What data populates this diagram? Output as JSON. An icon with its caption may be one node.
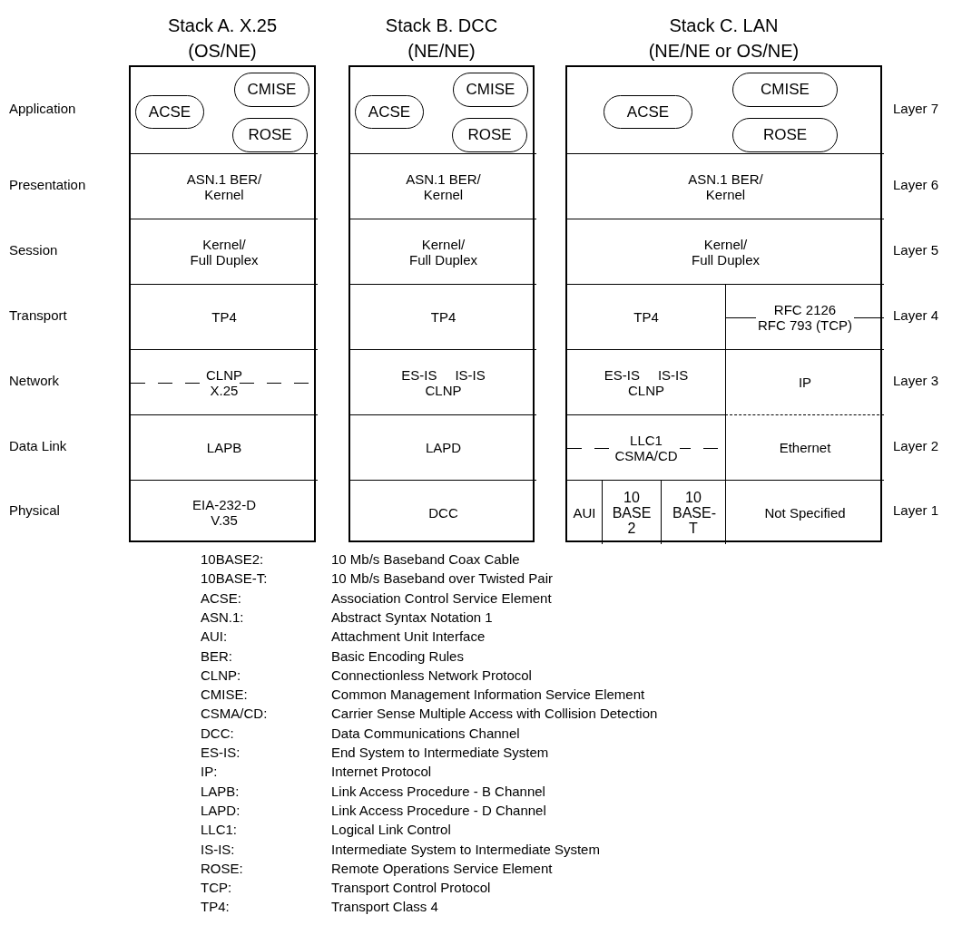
{
  "diagram": {
    "nodes": [
      {
        "text": [
          "Stack A. X.25 (OS/NE)"
        ]
      },
      {
        "text": [],
        "shape": "box",
        "in": 0
      },
      {
        "text": [
          "ACSE"
        ],
        "in": 1
      },
      {
        "text": [
          "CMISE"
        ],
        "in": 1
      },
      {
        "text": [
          "ROSE"
        ],
        "in": 1
      },
      {
        "text": [
          "ASN.1 BER/ Kernel"
        ],
        "in": 0
      },
      {
        "text": [
          "Kernel/ Full Duplex"
        ],
        "in": 0
      },
      {
        "text": [
          "TP4"
        ],
        "in": 0
      },
      {
        "text": [
          "CLNP",
          "X.25"
        ],
        "in": 0
      },
      {
        "text": [
          "LAPB"
        ],
        "in": 0
      },
      {
        "text": [
          "EIA-232-D V.35"
        ],
        "in": 0
      },
      {
        "text": [
          "Stack B. DCC (NE/NE)"
        ]
      },
      {
        "text": [],
        "shape": "box",
        "in": 11
      },
      {
        "text": [
          "ACSE"
        ],
        "in": 12
      },
      {
        "text": [
          "CMISE"
        ],
        "in": 12
      },
      {
        "text": [
          "ROSE"
        ],
        "in": 12
      },
      {
        "text": [
          "ASN.1 BER/ Kernel"
        ],
        "in": 11
      },
      {
        "text": [
          "Kernel/ Full Duplex"
        ],
        "in": 11
      },
      {
        "text": [
          "TP4"
        ],
        "in": 11
      },
      {
        "text": [
          "ES-IS",
          "IS-IS",
          "CLNP"
        ],
        "in": 11
      },
      {
        "text": [
          "LAPD"
        ],
        "in": 11
      },
      {
        "text": [
          "DCC"
        ],
        "in": 11
      },
      {
        "text": [
          "Stack C. LAN (NE/NE or OS/NE)"
        ]
      },
      {
        "text": [],
        "shape": "box",
        "in": 22
      },
      {
        "text": [
          "ACSE"
        ],
        "in": 23
      },
      {
        "text": [
          "CMISE"
        ],
        "in": 23
      },
      {
        "text": [
          "ROSE"
        ],
        "in": 23
      },
      {
        "text": [
          "ASN.1 BER/ Kernel"
        ],
        "in": 22
      },
      {
        "text": [
          "Kernel/ Full Duplex"
        ],
        "in": 22
      },
      {
        "text": [
          "TP4"
        ],
        "in": 22
      },
      {
        "text": [
          "RFC 2126",
          "RFC 793 (TCP)"
        ],
        "in": 22
      },
      {
        "text": [
          "ES-IS",
          "IS-IS",
          "CLNP"
        ],
        "in": 22
      },
      {
        "text": [
          "IP"
        ],
        "in": 22
      },
      {
        "text": [
          "LLC1",
          "CSMA/CD"
        ],
        "in": 22
      },
      {
        "text": [
          "Ethernet"
        ],
        "in": 22
      },
      {
        "text": [
          "AUI"
        ],
        "in": 22
      },
      {
        "text": [
          "10 BASE 2"
        ],
        "in": 22
      },
      {
        "text": [
          "10 BASE-T"
        ],
        "in": 22
      },
      {
        "text": [
          "Not Specified"
        ],
        "in": 22
      }
    ],
    "labels": [
      "Application",
      "Layer 7",
      "Presentation",
      "Layer 6",
      "Session",
      "Layer 5",
      "Transport",
      "Layer 4",
      "Network",
      "Layer 3",
      "Data Link",
      "Layer 2",
      "Physical",
      "Layer 1",
      "10BASE2:",
      "10 Mb/s Baseband Coax Cable",
      "10BASE-T:",
      "10 Mb/s Baseband over Twisted Pair",
      "ACSE:",
      "Association Control Service Element",
      "ASN.1:",
      "Abstract Syntax Notation 1",
      "AUI:",
      "Attachment Unit Interface",
      "BER:",
      "Basic Encoding Rules",
      "CLNP:",
      "Connectionless Network Protocol",
      "CMISE:",
      "Common Management Information Service Element",
      "CSMA/CD:",
      "Carrier Sense Multiple Access with Collision Detection",
      "DCC:",
      "Data Communications Channel",
      "ES-IS:",
      "End System to Intermediate System",
      "IP:",
      "Internet Protocol",
      "LAPB:",
      "Link Access Procedure - B Channel",
      "LAPD:",
      "Link Access Procedure - D Channel",
      "LLC1:",
      "Logical Link Control",
      "IS-IS:",
      "Intermediate System to Intermediate System",
      "ROSE:",
      "Remote Operations Service Element",
      "TCP:",
      "Transport Control Protocol",
      "TP4:",
      "Transport Class 4"
    ]
  }
}
